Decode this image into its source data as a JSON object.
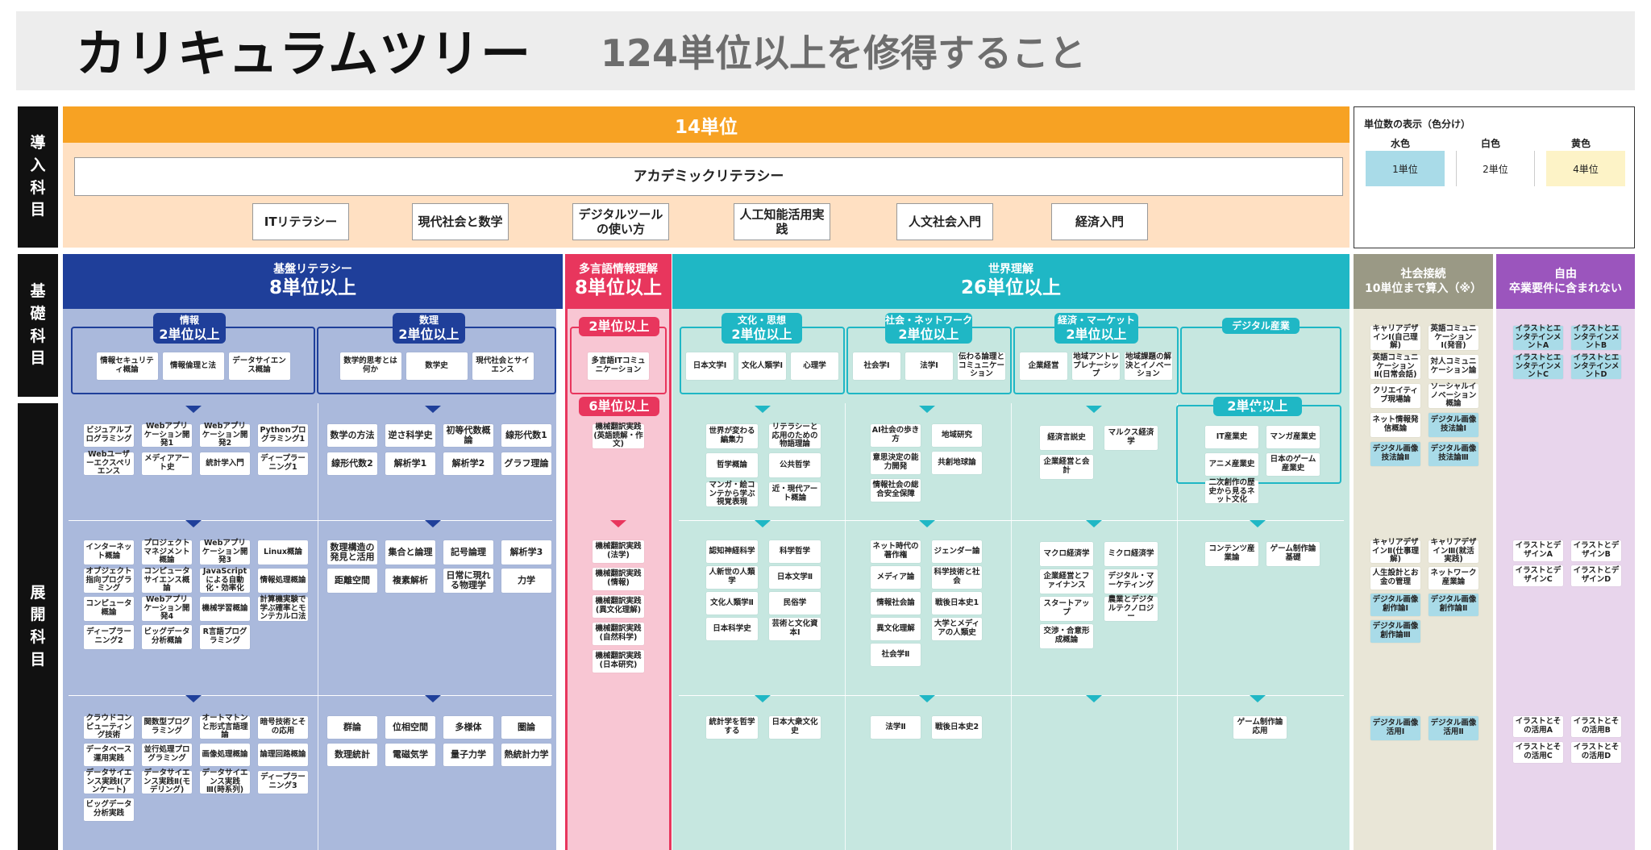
{
  "title": "カリキュラムツリー",
  "subtitle": "124単位以上を修得すること",
  "side_labels": {
    "intro": "導入科目",
    "basic": "基礎科目",
    "advanced": "展開科目"
  },
  "intro": {
    "units": "14単位",
    "literacy": "アカデミックリテラシー",
    "courses": [
      "ITリテラシー",
      "現代社会と数学",
      "デジタルツールの使い方",
      "人工知能活用実践",
      "人文社会入門",
      "経済入門"
    ]
  },
  "legend": {
    "title": "単位数の表示（色分け）",
    "items": [
      {
        "color_name": "水色",
        "label": "1単位",
        "color": "#a9dbe8"
      },
      {
        "color_name": "白色",
        "label": "2単位",
        "color": "#ffffff"
      },
      {
        "color_name": "黄色",
        "label": "4単位",
        "color": "#fdf3c7"
      }
    ]
  },
  "colors": {
    "orange": "#f7a223",
    "navy": "#1f3f9a",
    "navy_light": "#aab9dc",
    "pink": "#e8365d",
    "pink_light": "#f8c6d3",
    "teal": "#1fb7c5",
    "teal_light": "#c6e7e0",
    "olive": "#9a9985",
    "olive_light": "#e9e6d7",
    "purple": "#9b55bd",
    "purple_light": "#e8d5ec"
  },
  "headers": {
    "kiban": {
      "sub": "基盤リテラシー",
      "units": "8単位以上"
    },
    "tagengo": {
      "sub": "多言語情報理解",
      "units": "8単位以上"
    },
    "sekai": {
      "sub": "世界理解",
      "units": "26単位以上"
    },
    "shakai": {
      "sub": "社会接続",
      "units": "10単位まで算入（※）"
    },
    "jiyu": {
      "sub": "自由",
      "units": "卒業要件に含まれない"
    }
  },
  "subgroups": {
    "joho": {
      "name": "情報",
      "units": "2単位以上",
      "courses": [
        "情報セキュリティ概論",
        "情報倫理と法",
        "データサイエンス概論"
      ]
    },
    "suri": {
      "name": "数理",
      "units": "2単位以上",
      "courses": [
        "数学的思考とは何か",
        "数学史",
        "現代社会とサイエンス"
      ]
    },
    "tagengo": {
      "units": "2単位以上",
      "courses": [
        "多言語ITコミュニケーション"
      ]
    },
    "bunka": {
      "name": "文化・思想",
      "units": "2単位以上",
      "courses": [
        "日本文学Ⅰ",
        "文化人類学Ⅰ",
        "心理学"
      ]
    },
    "network": {
      "name": "社会・ネットワーク",
      "units": "2単位以上",
      "courses": [
        "社会学Ⅰ",
        "法学Ⅰ",
        "伝わる論理とコミュニケーション"
      ]
    },
    "market": {
      "name": "経済・マーケット",
      "units": "2単位以上",
      "courses": [
        "企業経営",
        "地域アントレプレナーシップ",
        "地域課題の解決とイノベーション"
      ]
    },
    "digital": {
      "name": "デジタル産業"
    }
  },
  "tagengo_adv": {
    "units": "6単位以上"
  },
  "digital_adv": {
    "units": "2単位以上"
  },
  "basic_cards": {
    "shakai": [
      "キャリアデザインⅠ(自己理解)",
      "英語コミュニケーションⅠ(発音)",
      "英語コミュニケーションⅡ(日常会話)",
      "対人コミュニケーション論",
      "クリエイティブ現場論",
      "ソーシャルイノベーション概論",
      "ネット情報発信概論",
      "デジタル画像技法論Ⅰ",
      "デジタル画像技法論Ⅱ",
      "デジタル画像技法論Ⅲ"
    ],
    "jiyu": [
      "イラストとエンタテインメントA",
      "イラストとエンタテインメントB",
      "イラストとエンタテインメントC",
      "イラストとエンタテインメントD"
    ]
  },
  "rows": [
    {
      "kiban_l": [
        "ビジュアルプログラミング",
        "Webアプリケーション開発1",
        "Webアプリケーション開発2",
        "Pythonプログラミング1",
        "Webユーザーエクスペリエンス",
        "メディアアート史",
        "統計学入門",
        "ディープラーニング1"
      ],
      "kiban_r": [
        "数学の方法",
        "逆さ科学史",
        "初等代数概論",
        "線形代数1",
        "線形代数2",
        "解析学1",
        "解析学2",
        "グラフ理論"
      ],
      "tagengo": [
        "機械翻訳実践(英語読解・作文)"
      ],
      "bunka": [
        "世界が変わる編集力",
        "リテラシーと応用のための物語理論",
        "哲学概論",
        "公共哲学",
        "マンガ・絵コンテから学ぶ視覚表現",
        "近・現代アート概論"
      ],
      "network": [
        "AI社会の歩き方",
        "地域研究",
        "意思決定の能力開発",
        "共創地球論",
        "情報社会の総合安全保障"
      ],
      "market": [
        "経済言説史",
        "マルクス経済学",
        "企業経営と会計"
      ],
      "digital": [
        "IT産業史",
        "マンガ産業史",
        "アニメ産業史",
        "日本のゲーム産業史",
        "二次創作の歴史から見るネット文化"
      ],
      "shakai": [],
      "jiyu": []
    },
    {
      "kiban_l": [
        "インターネット概論",
        "プロジェクトマネジメント概論",
        "Webアプリケーション開発3",
        "Linux概論",
        "オブジェクト指向プログラミング",
        "コンピュータサイエンス概論",
        "JavaScriptによる自動化・効率化",
        "情報処理概論",
        "コンピュータ概論",
        "Webアプリケーション開発4",
        "機械学習概論",
        "計算機実験で学ぶ確率とモンテカルロ法",
        "ディープラーニング2",
        "ビッグデータ分析概論",
        "R言語プログラミング"
      ],
      "kiban_r": [
        "数理構造の発見と活用",
        "集合と論理",
        "記号論理",
        "解析学3",
        "距離空間",
        "複素解析",
        "日常に現れる物理学",
        "力学"
      ],
      "tagengo": [
        "機械翻訳実践(法学)",
        "機械翻訳実践(情報)",
        "機械翻訳実践(異文化理解)",
        "機械翻訳実践(自然科学)",
        "機械翻訳実践(日本研究)"
      ],
      "bunka": [
        "認知神経科学",
        "科学哲学",
        "人新世の人類学",
        "日本文学Ⅱ",
        "文化人類学Ⅱ",
        "民俗学",
        "日本科学史",
        "芸術と文化資本Ⅰ"
      ],
      "network": [
        "ネット時代の著作権",
        "ジェンダー論",
        "メディア論",
        "科学技術と社会",
        "情報社会論",
        "戦後日本史1",
        "異文化理解",
        "大学とメディアの人類史",
        "社会学Ⅱ"
      ],
      "market": [
        "マクロ経済学",
        "ミクロ経済学",
        "企業経営とファイナンス",
        "デジタル・マーケティング",
        "スタートアップ",
        "農業とデジタルテクノロジー",
        "交渉・合意形成概論"
      ],
      "digital": [
        "コンテンツ産業論",
        "ゲーム制作論基礎"
      ],
      "shakai": [
        "キャリアデザインⅡ(仕事理解)",
        "キャリアデザインⅢ(就活実践)",
        "人生設計とお金の管理",
        "ネットワーク産業論",
        "デジタル画像創作論Ⅰ",
        "デジタル画像創作論Ⅱ",
        "デジタル画像創作論Ⅲ"
      ],
      "jiyu": [
        "イラストとデザインA",
        "イラストとデザインB",
        "イラストとデザインC",
        "イラストとデザインD"
      ]
    },
    {
      "kiban_l": [
        "クラウドコンピューティング技術",
        "関数型プログラミング",
        "オートマトンと形式言語理論",
        "暗号技術とその応用",
        "データベース運用実践",
        "並行処理プログラミング",
        "画像処理概論",
        "論理回路概論",
        "データサイエンス実践Ⅰ(アンケート)",
        "データサイエンス実践Ⅱ(モデリング)",
        "データサイエンス実践Ⅲ(時系列)",
        "ディープラーニング3",
        "ビッグデータ分析実践"
      ],
      "kiban_r": [
        "群論",
        "位相空間",
        "多様体",
        "圏論",
        "数理統計",
        "電磁気学",
        "量子力学",
        "熱統計力学"
      ],
      "tagengo": [],
      "bunka": [
        "統計学を哲学する",
        "日本大衆文化史"
      ],
      "network": [
        "法学Ⅱ",
        "戦後日本史2"
      ],
      "market": [],
      "digital": [
        "ゲーム制作論応用"
      ],
      "shakai": [
        "デジタル画像活用Ⅰ",
        "デジタル画像活用Ⅱ"
      ],
      "jiyu": [
        "イラストとその活用A",
        "イラストとその活用B",
        "イラストとその活用C",
        "イラストとその活用D"
      ]
    }
  ]
}
